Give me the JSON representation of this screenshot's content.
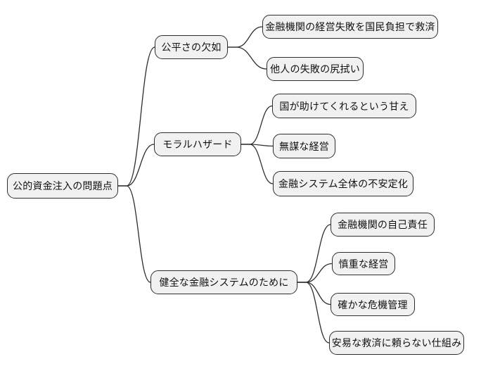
{
  "diagram": {
    "type": "mindmap",
    "root": {
      "id": "root",
      "label": "公的資金注入の問題点"
    },
    "branches": [
      {
        "id": "b1",
        "label": "公平さの欠如",
        "children": [
          {
            "id": "b1c1",
            "label": "金融機関の経営失敗を国民負担で救済"
          },
          {
            "id": "b1c2",
            "label": "他人の失敗の尻拭い"
          }
        ]
      },
      {
        "id": "b2",
        "label": "モラルハザード",
        "children": [
          {
            "id": "b2c1",
            "label": "国が助けてくれるという甘え"
          },
          {
            "id": "b2c2",
            "label": "無謀な経営"
          },
          {
            "id": "b2c3",
            "label": "金融システム全体の不安定化"
          }
        ]
      },
      {
        "id": "b3",
        "label": "健全な金融システムのために",
        "children": [
          {
            "id": "b3c1",
            "label": "金融機関の自己責任"
          },
          {
            "id": "b3c2",
            "label": "慎重な経営"
          },
          {
            "id": "b3c3",
            "label": "確かな危機管理"
          },
          {
            "id": "b3c4",
            "label": "安易な救済に頼らない仕組み"
          }
        ]
      }
    ],
    "colors": {
      "background": "#ffffff",
      "node_fill": "#f1f1f1",
      "node_border": "#2d2d2d",
      "edge": "#2d2d2d",
      "text": "#111111"
    }
  }
}
